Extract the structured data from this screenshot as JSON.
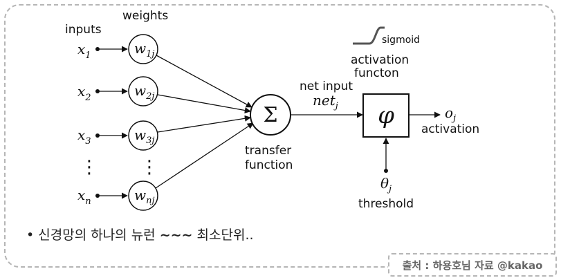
{
  "header": {
    "inputs_label": "inputs",
    "weights_label": "weights"
  },
  "inputs": [
    {
      "var": "x",
      "sub": "1"
    },
    {
      "var": "x",
      "sub": "2"
    },
    {
      "var": "x",
      "sub": "3"
    },
    {
      "var": "x",
      "sub": "n"
    }
  ],
  "weights": [
    {
      "var": "w",
      "sub": "1j"
    },
    {
      "var": "w",
      "sub": "2j"
    },
    {
      "var": "w",
      "sub": "3j"
    },
    {
      "var": "w",
      "sub": "nj"
    }
  ],
  "ellipsis": "⋮",
  "transfer": {
    "symbol": "Σ",
    "label_line1": "transfer",
    "label_line2": "function"
  },
  "net_input": {
    "label": "net input",
    "var": "net",
    "sub": "j"
  },
  "activation": {
    "symbol": "φ",
    "sigmoid_label": "sigmoid",
    "label_line1": "activation",
    "label_line2": "functon",
    "output_var": "o",
    "output_sub": "j",
    "output_label": "activation"
  },
  "threshold": {
    "var": "θ",
    "sub": "j",
    "label": "threshold"
  },
  "bullet": {
    "dot": "•",
    "text_before": "신경망의 하나의 뉴런",
    "tilde": "~~~",
    "text_after": "최소단위.."
  },
  "credit": "출처 : 하용호님 자료 @kakao",
  "colors": {
    "frame_border": "#b5b5b5",
    "line": "#111111",
    "sigmoid_curve": "#555555"
  }
}
